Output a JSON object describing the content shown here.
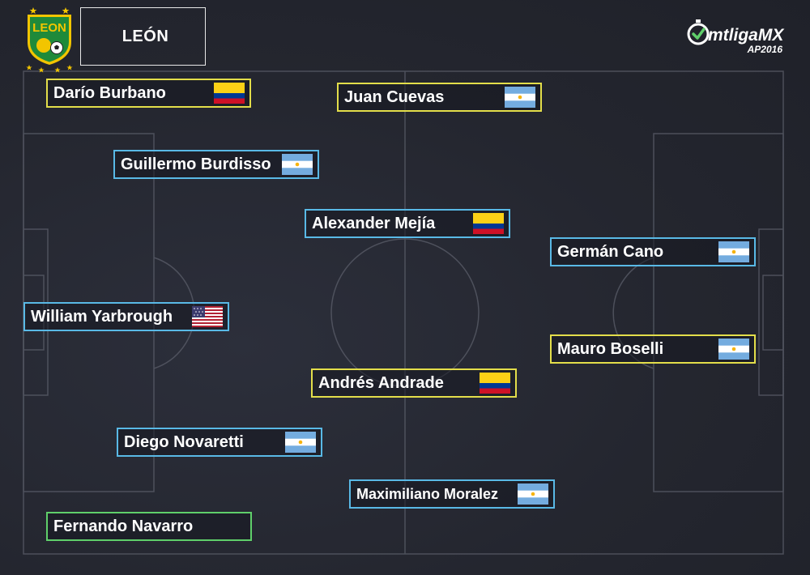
{
  "team": {
    "name": "LEÓN"
  },
  "brand": {
    "main": "mtligaMX",
    "sub": "AP2016"
  },
  "players": [
    {
      "name": "Darío Burbano",
      "flag": "colombia-flag"
    },
    {
      "name": "Juan Cuevas",
      "flag": "argentina-flag"
    },
    {
      "name": "Guillermo Burdisso",
      "flag": "argentina-flag"
    },
    {
      "name": "Alexander Mejía",
      "flag": "colombia-flag"
    },
    {
      "name": "Germán Cano",
      "flag": "argentina-flag"
    },
    {
      "name": "William Yarbrough",
      "flag": "usa-flag"
    },
    {
      "name": "Mauro Boselli",
      "flag": "argentina-flag"
    },
    {
      "name": "Andrés Andrade",
      "flag": "colombia-flag"
    },
    {
      "name": "Diego Novaretti",
      "flag": "argentina-flag"
    },
    {
      "name": "Maximiliano Moralez",
      "flag": "argentina-flag"
    },
    {
      "name": "Fernando Navarro",
      "flag": ""
    }
  ],
  "colors": {
    "border_yellow": "#e3de4a",
    "border_blue": "#59b9e6",
    "border_green": "#5fcf6a",
    "crest_green": "#1f8a3a",
    "crest_gold": "#f2c500"
  }
}
